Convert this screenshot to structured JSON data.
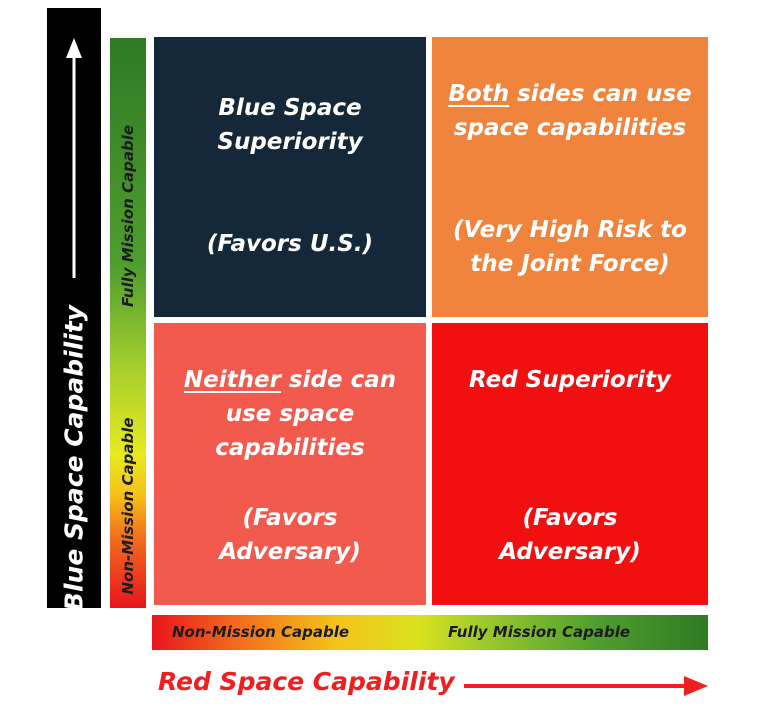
{
  "axes": {
    "y": {
      "label": "Blue Space Capability",
      "tick_top": "Fully Mission Capable",
      "tick_bottom": "Non-Mission Capable"
    },
    "x": {
      "label": "Red Space Capability",
      "tick_left": "Non-Mission Capable",
      "tick_right": "Fully Mission Capable"
    }
  },
  "quadrants": {
    "top_left": {
      "line1": "Blue Space",
      "line2": "Superiority",
      "note": "(Favors U.S.)"
    },
    "top_right": {
      "emph": "Both",
      "line1_rest": " sides can use",
      "line2": "space capabilities",
      "note1": "(Very High Risk to",
      "note2": "the Joint Force)"
    },
    "bottom_left": {
      "emph": "Neither",
      "line1_rest": " side can",
      "line2": "use space",
      "line3": "capabilities",
      "note1": "(Favors",
      "note2": "Adversary)"
    },
    "bottom_right": {
      "line1": "Red Superiority",
      "note1": "(Favors",
      "note2": "Adversary)"
    }
  },
  "colors": {
    "blue_superiority": "#14283a",
    "both_sides": "#f0843d",
    "neither_side": "#f15a4d",
    "red_superiority": "#f20f0f",
    "x_axis_label": "#ef1f1f"
  }
}
